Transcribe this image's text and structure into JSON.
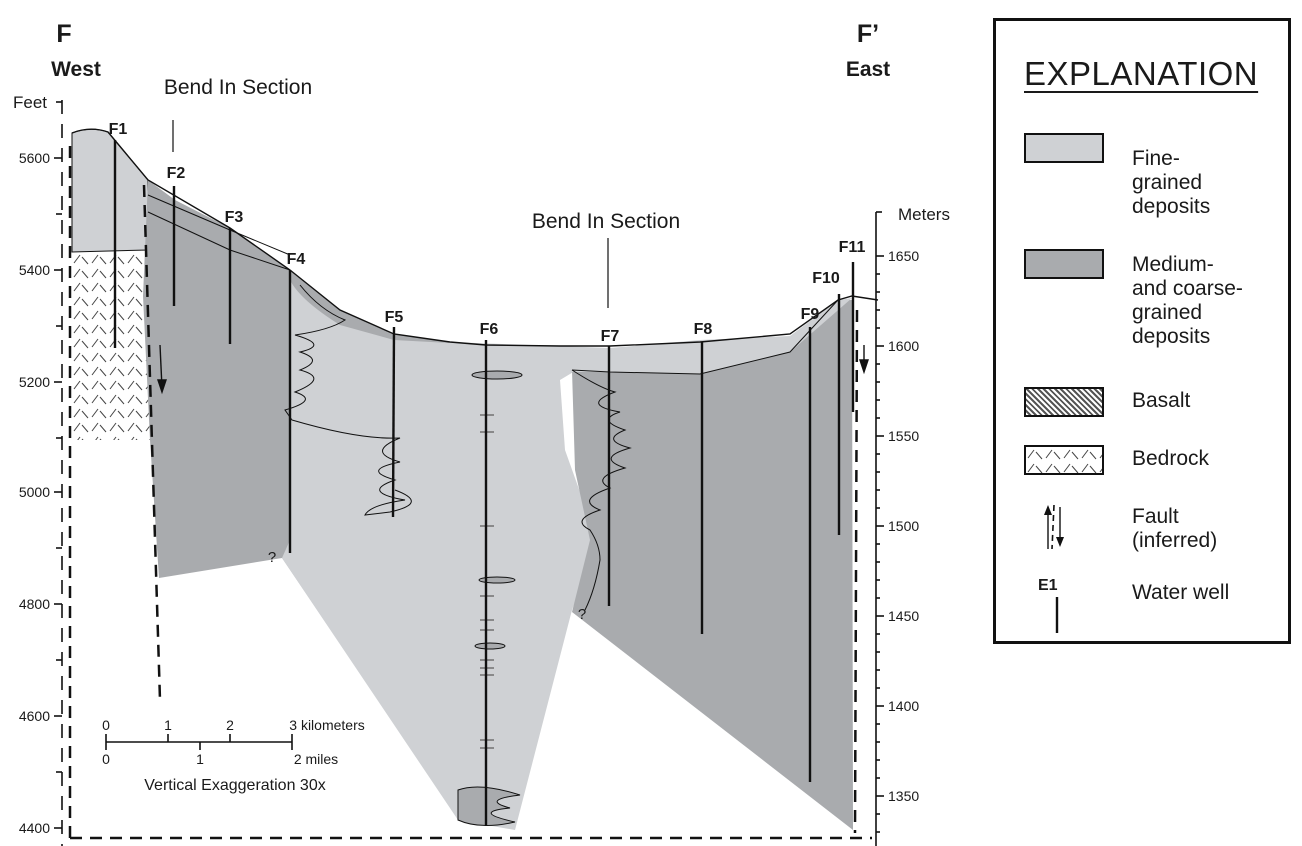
{
  "section": {
    "left_label": "F",
    "right_label": "F’",
    "west_label": "West",
    "east_label": "East",
    "bend_label_1": "Bend In Section",
    "bend_label_2": "Bend In Section",
    "feet_axis_title": "Feet",
    "meters_axis_title": "Meters",
    "feet_ticks": [
      "5600",
      "5400",
      "5200",
      "5000",
      "4800",
      "4600",
      "4400"
    ],
    "meters_ticks": [
      "1650",
      "1600",
      "1550",
      "1500",
      "1450",
      "1400",
      "1350"
    ],
    "wells": [
      "F1",
      "F2",
      "F3",
      "F4",
      "F5",
      "F6",
      "F7",
      "F8",
      "F9",
      "F10",
      "F11"
    ],
    "query_marks": [
      "?",
      "?"
    ]
  },
  "scale_bar": {
    "km_ticks": [
      "0",
      "1",
      "2",
      "3 kilometers"
    ],
    "mile_ticks": [
      "0",
      "1",
      "2 miles"
    ],
    "exaggeration": "Vertical Exaggeration 30x"
  },
  "explanation": {
    "title": "EXPLANATION",
    "items": [
      {
        "label": "Fine-\ngrained\ndeposits",
        "swatch": "fine"
      },
      {
        "label": "Medium-\nand coarse-\ngrained\ndeposits",
        "swatch": "medium"
      },
      {
        "label": "Basalt",
        "swatch": "basalt"
      },
      {
        "label": "Bedrock",
        "swatch": "bedrock"
      },
      {
        "label": "Fault\n(inferred)",
        "swatch": "fault"
      },
      {
        "label": "Water well",
        "swatch": "well"
      }
    ],
    "well_example": "E1"
  },
  "colors": {
    "fine": "#cfd1d4",
    "medium": "#a9abae",
    "outline": "#111111"
  }
}
